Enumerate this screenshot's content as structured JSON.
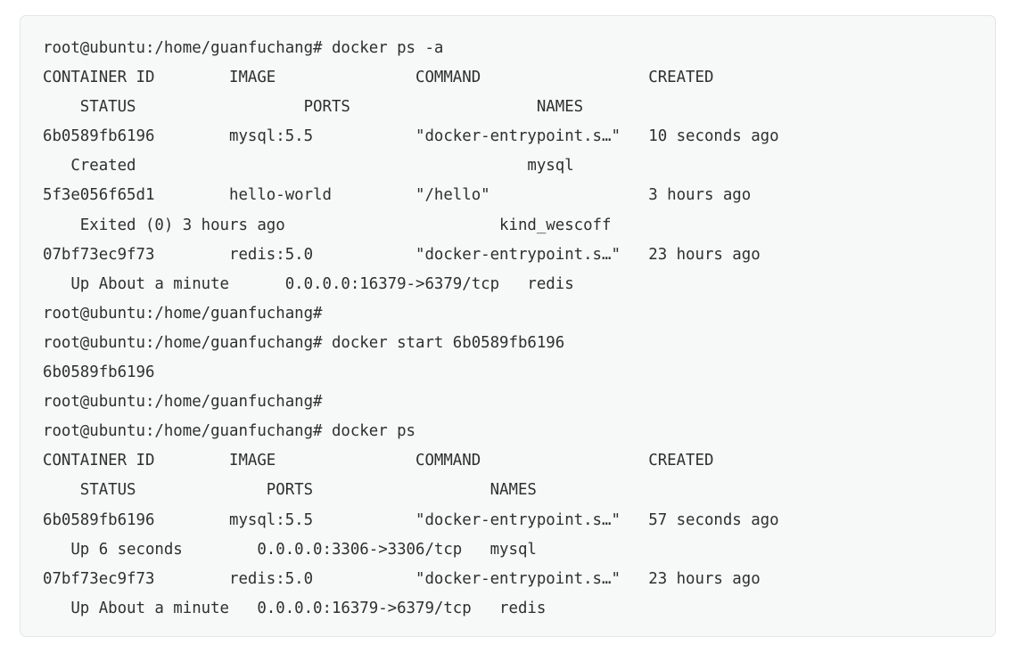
{
  "window": {
    "kind": "terminal-output-card",
    "background": "#f7f8f8",
    "border_color": "#e3e6e8",
    "text_color": "#2f2f2f"
  },
  "shell": {
    "user": "root",
    "host": "ubuntu",
    "cwd": "/home/guanfuchang",
    "prompt": "root@ubuntu:/home/guanfuchang#"
  },
  "commands": [
    "docker ps -a",
    "docker start 6b0589fb6196",
    "docker ps"
  ],
  "table_headers": {
    "container_id": "CONTAINER ID",
    "image": "IMAGE",
    "command": "COMMAND",
    "created": "CREATED",
    "status": "STATUS",
    "ports": "PORTS",
    "names": "NAMES"
  },
  "docker_ps_a": {
    "command": "docker ps -a",
    "rows": [
      {
        "container_id": "6b0589fb6196",
        "image": "mysql:5.5",
        "command": "\"docker-entrypoint.s…\"",
        "created": "10 seconds ago",
        "status": "Created",
        "ports": "",
        "names": "mysql"
      },
      {
        "container_id": "5f3e056f65d1",
        "image": "hello-world",
        "command": "\"/hello\"",
        "created": "3 hours ago",
        "status": "Exited (0) 3 hours ago",
        "ports": "",
        "names": "kind_wescoff"
      },
      {
        "container_id": "07bf73ec9f73",
        "image": "redis:5.0",
        "command": "\"docker-entrypoint.s…\"",
        "created": "23 hours ago",
        "status": "Up About a minute",
        "ports": "0.0.0.0:16379->6379/tcp",
        "names": "redis"
      }
    ]
  },
  "docker_start": {
    "command": "docker start 6b0589fb6196",
    "output": "6b0589fb6196"
  },
  "docker_ps": {
    "command": "docker ps",
    "rows": [
      {
        "container_id": "6b0589fb6196",
        "image": "mysql:5.5",
        "command": "\"docker-entrypoint.s…\"",
        "created": "57 seconds ago",
        "status": "Up 6 seconds",
        "ports": "0.0.0.0:3306->3306/tcp",
        "names": "mysql"
      },
      {
        "container_id": "07bf73ec9f73",
        "image": "redis:5.0",
        "command": "\"docker-entrypoint.s…\"",
        "created": "23 hours ago",
        "status": "Up About a minute",
        "ports": "0.0.0.0:16379->6379/tcp",
        "names": "redis"
      }
    ]
  },
  "lines": [
    "root@ubuntu:/home/guanfuchang# docker ps -a",
    "CONTAINER ID        IMAGE               COMMAND                  CREATED",
    "    STATUS                  PORTS                    NAMES",
    "6b0589fb6196        mysql:5.5           \"docker-entrypoint.s…\"   10 seconds ago",
    "   Created                                          mysql",
    "5f3e056f65d1        hello-world         \"/hello\"                 3 hours ago",
    "    Exited (0) 3 hours ago                       kind_wescoff",
    "07bf73ec9f73        redis:5.0           \"docker-entrypoint.s…\"   23 hours ago",
    "   Up About a minute      0.0.0.0:16379->6379/tcp   redis",
    "root@ubuntu:/home/guanfuchang#",
    "root@ubuntu:/home/guanfuchang# docker start 6b0589fb6196",
    "6b0589fb6196",
    "root@ubuntu:/home/guanfuchang#",
    "root@ubuntu:/home/guanfuchang# docker ps",
    "CONTAINER ID        IMAGE               COMMAND                  CREATED",
    "    STATUS              PORTS                   NAMES",
    "6b0589fb6196        mysql:5.5           \"docker-entrypoint.s…\"   57 seconds ago",
    "   Up 6 seconds        0.0.0.0:3306->3306/tcp   mysql",
    "07bf73ec9f73        redis:5.0           \"docker-entrypoint.s…\"   23 hours ago",
    "   Up About a minute   0.0.0.0:16379->6379/tcp   redis"
  ]
}
